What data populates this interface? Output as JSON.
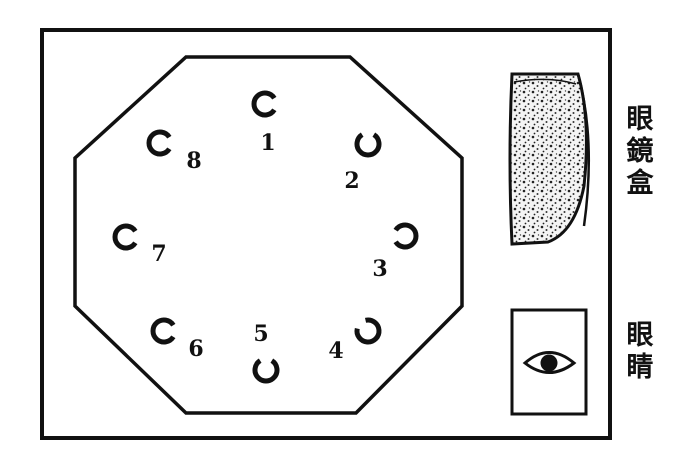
{
  "chart_rings": [
    {
      "number": "1",
      "gap": "right"
    },
    {
      "number": "2",
      "gap": "top"
    },
    {
      "number": "3",
      "gap": "left"
    },
    {
      "number": "4",
      "gap": "top-left"
    },
    {
      "number": "5",
      "gap": "top"
    },
    {
      "number": "6",
      "gap": "right"
    },
    {
      "number": "7",
      "gap": "right"
    },
    {
      "number": "8",
      "gap": "right"
    }
  ],
  "labels": {
    "eyeglass_case": "眼鏡盒",
    "eye": "眼睛"
  },
  "colors": {
    "ink": "#111111",
    "paper": "#ffffff"
  }
}
